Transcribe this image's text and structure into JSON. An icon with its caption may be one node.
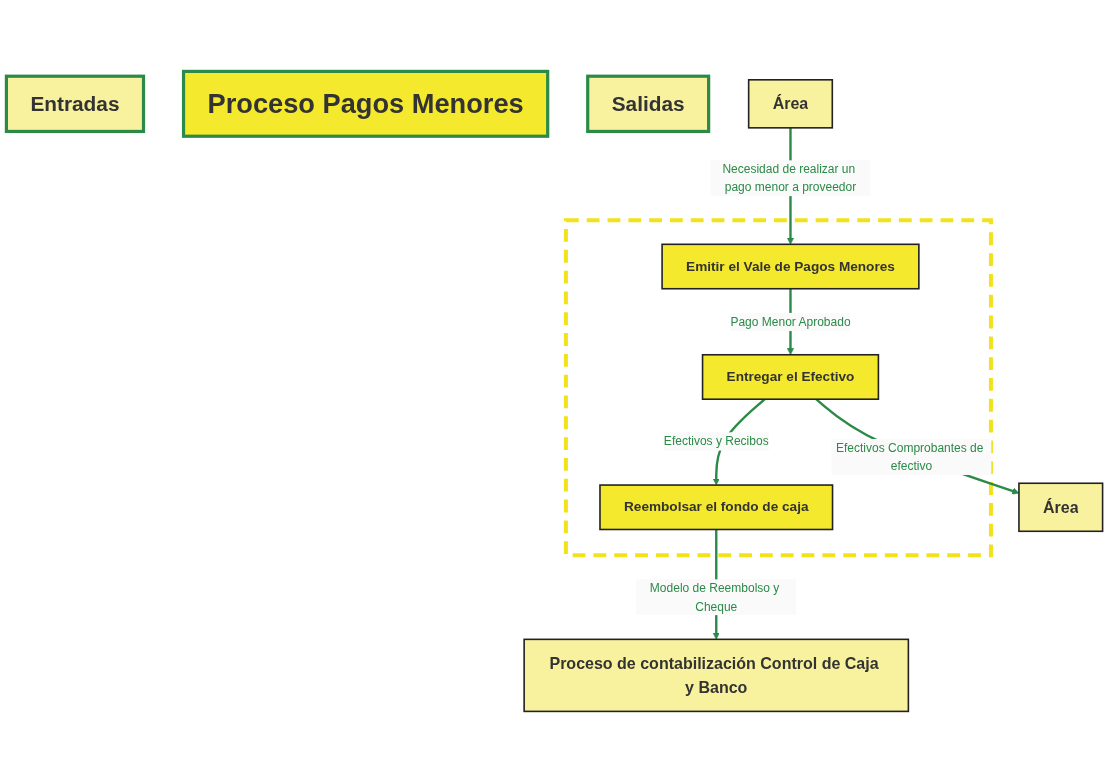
{
  "diagram": {
    "nodes": [
      {
        "text": [
          "Entradas"
        ]
      },
      {
        "text": [
          "Proceso Pagos Menores"
        ]
      },
      {
        "text": [
          "Salidas"
        ]
      },
      {
        "text": [],
        "shape": "box"
      },
      {
        "text": [
          "Área"
        ]
      },
      {
        "text": [
          "Emitir el Vale de Pagos Menores"
        ],
        "in": 3
      },
      {
        "text": [
          "Entregar el Efectivo"
        ],
        "in": 3
      },
      {
        "text": [
          "Reembolsar el fondo de caja"
        ],
        "in": 3
      },
      {
        "text": [
          "Área"
        ]
      },
      {
        "text": [
          "Proceso de contabilización Control de Caja y Banco"
        ]
      }
    ],
    "edges": [
      {
        "from": 4,
        "to": 5,
        "arrow": "to",
        "label": "Necesidad de realizar un pago menor a proveedor"
      },
      {
        "from": 5,
        "to": 6,
        "arrow": "to",
        "label": "Pago Menor Aprobado"
      },
      {
        "from": 6,
        "to": 8,
        "arrow": "to",
        "label": "Efectivos Comprobantes de efectivo"
      },
      {
        "from": 6,
        "to": 7,
        "arrow": "to",
        "label": "Efectivos y Recibos"
      },
      {
        "from": 7,
        "to": 9,
        "arrow": "to",
        "label": "Modelo de Reembolso y Cheque"
      }
    ]
  }
}
